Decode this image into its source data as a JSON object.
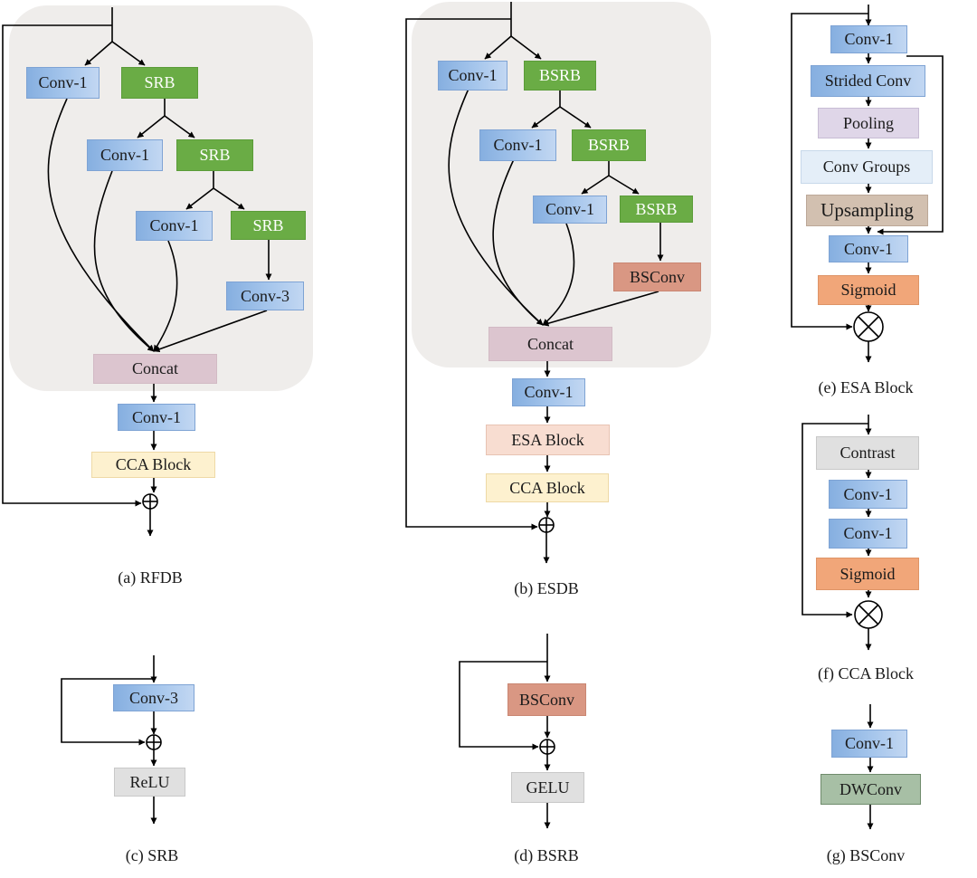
{
  "diagrams": {
    "rfdb": {
      "caption": "(a) RFDB",
      "conv1_a": "Conv-1",
      "srb_a": "SRB",
      "conv1_b": "Conv-1",
      "srb_b": "SRB",
      "conv1_c": "Conv-1",
      "srb_c": "SRB",
      "conv3": "Conv-3",
      "concat": "Concat",
      "conv1_out": "Conv-1",
      "cca": "CCA Block"
    },
    "esdb": {
      "caption": "(b) ESDB",
      "conv1_a": "Conv-1",
      "bsrb_a": "BSRB",
      "conv1_b": "Conv-1",
      "bsrb_b": "BSRB",
      "conv1_c": "Conv-1",
      "bsrb_c": "BSRB",
      "bsconv": "BSConv",
      "concat": "Concat",
      "conv1_out": "Conv-1",
      "esa": "ESA Block",
      "cca": "CCA Block"
    },
    "srb": {
      "caption": "(c) SRB",
      "conv3": "Conv-3",
      "relu": "ReLU"
    },
    "bsrb": {
      "caption": "(d) BSRB",
      "bsconv": "BSConv",
      "gelu": "GELU"
    },
    "esa": {
      "caption": "(e) ESA Block",
      "conv1_top": "Conv-1",
      "strided": "Strided Conv",
      "pooling": "Pooling",
      "groups": "Conv Groups",
      "upsampling": "Upsampling",
      "conv1_bottom": "Conv-1",
      "sigmoid": "Sigmoid"
    },
    "cca": {
      "caption": "(f) CCA Block",
      "contrast": "Contrast",
      "conv1_a": "Conv-1",
      "conv1_b": "Conv-1",
      "sigmoid": "Sigmoid"
    },
    "bsconv": {
      "caption": "(g) BSConv",
      "conv1": "Conv-1",
      "dwconv": "DWConv"
    }
  },
  "colors": {
    "conv": "#a6c6ec",
    "srb_green": "#6aac45",
    "concat": "#dcc5cf",
    "cca_block": "#fdf1cf",
    "esa_block": "#f8ddd1",
    "bsconv": "#d99783",
    "pooling": "#dfd6e8",
    "conv_groups": "#e4eef8",
    "upsampling": "#d2c0b0",
    "sigmoid": "#f1a679",
    "activation": "#e0e0e0",
    "dwconv": "#a7bfa5",
    "panel": "#efedeb"
  }
}
